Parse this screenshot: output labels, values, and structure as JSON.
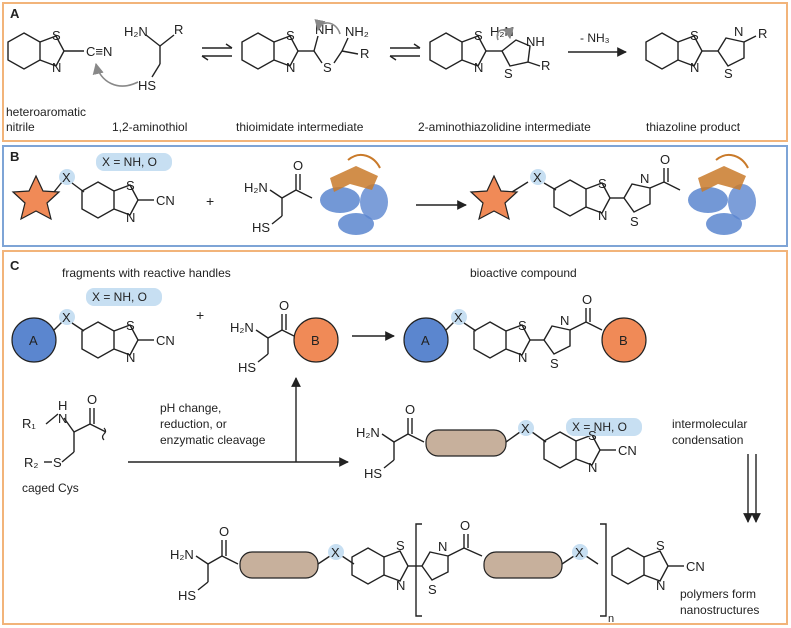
{
  "panels": {
    "A": {
      "letter": "A",
      "colors": {
        "frame": "#f2b47a"
      },
      "labels": {
        "heteroaromatic_line1": "heteroaromatic",
        "heteroaromatic_line2": "nitrile",
        "aminothiol": "1,2-aminothiol",
        "thioimidate": "thioimidate intermediate",
        "aminothiazolidine": "2-aminothiazolidine intermediate",
        "thiazoline": "thiazoline product",
        "loss": "- NH₃"
      }
    },
    "B": {
      "letter": "B",
      "colors": {
        "frame": "#7ea4d6",
        "star": "#f08a57",
        "x_highlight": "#c7dff2",
        "protein_helix": "#5b86cf",
        "protein_sheet": "#c97a2a"
      },
      "x_note": "X = NH, O"
    },
    "C": {
      "letter": "C",
      "colors": {
        "frame": "#f2b47a",
        "circle_A": "#5b86cf",
        "circle_B": "#f08a57",
        "linker": "#c7b09c"
      },
      "fragments_title": "fragments with reactive handles",
      "bioactive_title": "bioactive compound",
      "x_note": "X = NH, O",
      "x_note2": "X = NH, O",
      "circle_A_label": "A",
      "circle_B_label": "B",
      "conditions": [
        "pH change,",
        "reduction, or",
        "enzymatic cleavage"
      ],
      "caged": "caged Cys",
      "intermolecular": [
        "intermolecular",
        "condensation"
      ],
      "polymers": [
        "polymers form",
        "nanostructures"
      ],
      "n": "n"
    }
  },
  "atoms": {
    "S": "S",
    "N": "N",
    "X": "X",
    "NH": "NH",
    "H2N": "H₂N",
    "NH2": "NH₂",
    "HS": "HS",
    "O": "O",
    "R": "R",
    "CN": "CN",
    "C_N": "C≡N",
    "plus": "+",
    "R1": "R₁",
    "R2": "R₂",
    "H": "H"
  }
}
